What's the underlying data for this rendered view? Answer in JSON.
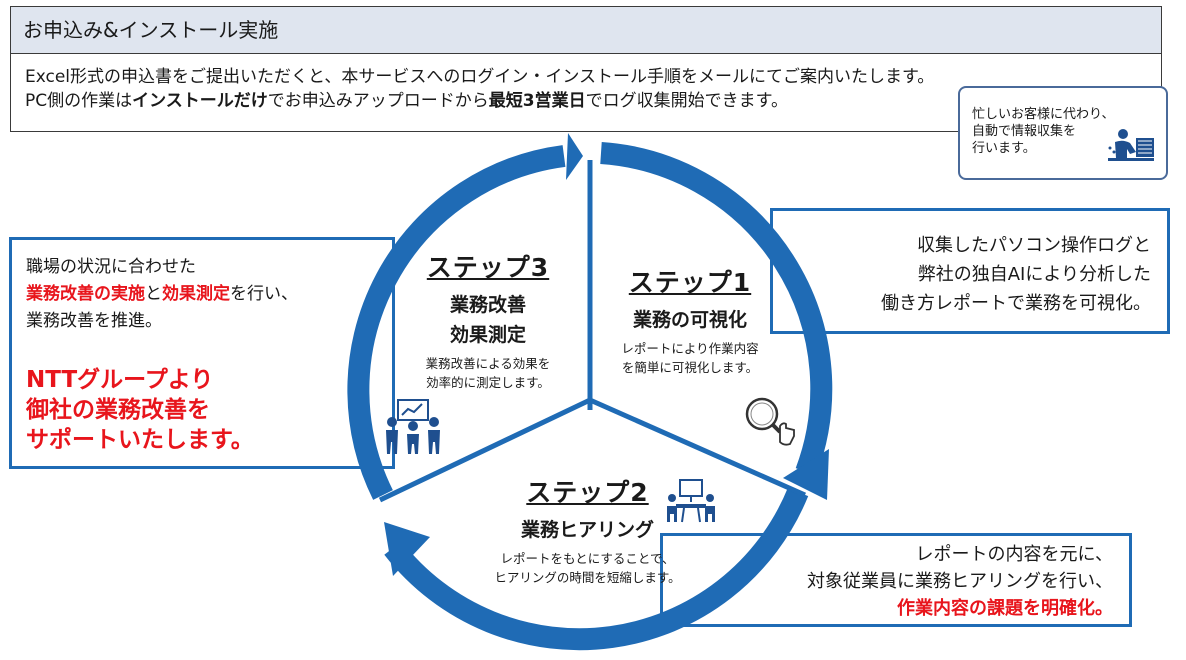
{
  "banner": {
    "title": "お申込み&インストール実施",
    "line1": "Excel形式の申込書をご提出いただくと、本サービスへのログイン・インストール手順をメールにてご案内いたします。",
    "line2": {
      "p1": "PC側の作業は",
      "b1": "インストールだけ",
      "p2": "でお申込みアップロードから",
      "b2": "最短3営業日",
      "p3": "でログ収集開始できます。"
    }
  },
  "callout": {
    "line1": "忙しいお客様に代わり、",
    "line2": "自動で情報収集を",
    "line3": "行います。",
    "icon": "person-at-computer-icon"
  },
  "left_box": {
    "line1": "職場の状況に合わせた",
    "line2": {
      "r1": "業務改善の実施",
      "p1": "と",
      "r2": "効果測定",
      "p2": "を行い、"
    },
    "line3": "業務改善を推進。",
    "highlight": [
      "NTTグループより",
      "御社の業務改善を",
      "サポートいたします。"
    ]
  },
  "right_box": {
    "line1": "収集したパソコン操作ログと",
    "line2": "弊社の独自AIにより分析した",
    "line3": "働き方レポートで業務を可視化。"
  },
  "bottom_box": {
    "line1": "レポートの内容を元に、",
    "line2": "対象従業員に業務ヒアリングを行い、",
    "line3": "作業内容の課題を明確化。"
  },
  "steps": [
    {
      "title": "ステップ1",
      "subtitle": "業務の可視化",
      "desc1": "レポートにより作業内容",
      "desc2": "を簡単に可視化します。",
      "icon": "magnifier-icon"
    },
    {
      "title": "ステップ2",
      "subtitle": "業務ヒアリング",
      "desc1": "レポートをもとにすることで、",
      "desc2": "ヒアリングの時間を短縮します。",
      "icon": "meeting-icon"
    },
    {
      "title": "ステップ3",
      "subtitle1": "業務改善",
      "subtitle2": "効果測定",
      "desc1": "業務改善による効果を",
      "desc2": "効率的に測定します。",
      "icon": "presentation-icon"
    }
  ],
  "colors": {
    "cycle_blue": "#1f6bb5",
    "box_border": "#1f6bb5",
    "accent_red": "#e8151c",
    "banner_header": "#dfe5ef"
  }
}
